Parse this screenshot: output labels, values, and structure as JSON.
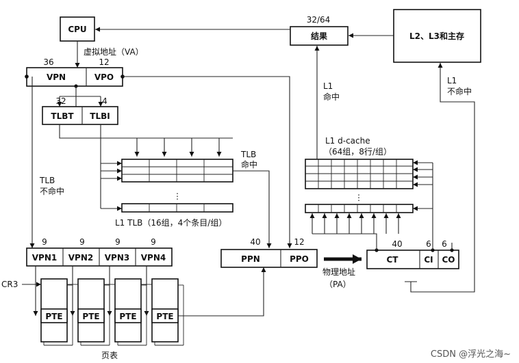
{
  "cpu": {
    "label": "CPU"
  },
  "va_label": "虚拟地址（VA）",
  "va": {
    "bits_vpn": "36",
    "bits_vpo": "12",
    "vpn": "VPN",
    "vpo": "VPO"
  },
  "tlb_index": {
    "bits_tlbt": "32",
    "bits_tlbi": "4",
    "tlbt": "TLBT",
    "tlbi": "TLBI"
  },
  "tlb_miss": [
    "TLB",
    "不命中"
  ],
  "tlb_hit": [
    "TLB",
    "命中"
  ],
  "tlb_caption": "L1 TLB（16组，4个条目/组）",
  "vpn_parts": {
    "bits": [
      "9",
      "9",
      "9",
      "9"
    ],
    "labels": [
      "VPN1",
      "VPN2",
      "VPN3",
      "VPN4"
    ]
  },
  "cr3": "CR3",
  "pte": "PTE",
  "page_table": "页表",
  "pa": {
    "bits_ppn": "40",
    "bits_ppo": "12",
    "ppn": "PPN",
    "ppo": "PPO"
  },
  "pa_label": [
    "物理地址",
    "（PA）"
  ],
  "cache_addr": {
    "bits_ct": "40",
    "bits_ci": "6",
    "bits_co": "6",
    "ct": "CT",
    "ci": "CI",
    "co": "CO"
  },
  "cache_caption": [
    "L1 d-cache",
    "（64组，8行/组）"
  ],
  "l1_hit": [
    "L1",
    "命中"
  ],
  "l1_miss": [
    "L1",
    "不命中"
  ],
  "result": {
    "bits": "32/64",
    "label": "结果"
  },
  "memory": {
    "label": "L2、L3和主存"
  },
  "dots": "⋮",
  "watermark": "CSDN @浮光之海~"
}
